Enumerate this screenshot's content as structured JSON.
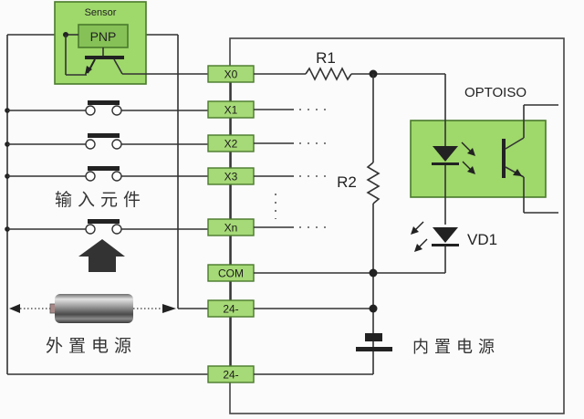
{
  "diagram": {
    "type": "PLC input wiring schematic",
    "colors": {
      "component_fill": "#9fd86b",
      "component_fill_dark": "#86c157",
      "component_border": "#4a7a2c",
      "terminal_fill": "#a6d977",
      "wire": "#333333",
      "background": "#fbfbfb"
    },
    "sensor": {
      "label": "Sensor",
      "type_label": "PNP"
    },
    "terminals": [
      {
        "id": "X0",
        "label": "X0"
      },
      {
        "id": "X1",
        "label": "X1"
      },
      {
        "id": "X2",
        "label": "X2"
      },
      {
        "id": "X3",
        "label": "X3"
      },
      {
        "id": "Xn",
        "label": "Xn"
      },
      {
        "id": "COM",
        "label": "COM"
      },
      {
        "id": "24-a",
        "label": "24-"
      },
      {
        "id": "24-b",
        "label": "24-"
      }
    ],
    "components": {
      "r1": "R1",
      "r2": "R2",
      "optocoupler": "OPTOISO",
      "led": "VD1"
    },
    "labels": {
      "input_devices": "输入元件",
      "external_power": "外置电源",
      "internal_power": "内置电源"
    },
    "ellipsis": "· · ·"
  }
}
